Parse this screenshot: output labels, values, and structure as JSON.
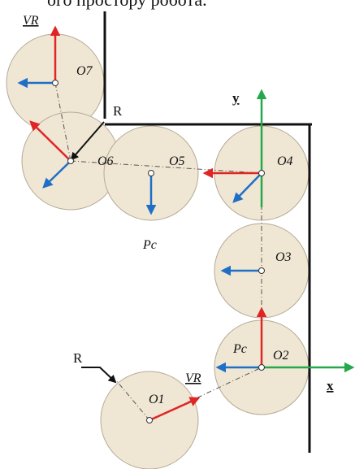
{
  "caption": "ого простору робота.",
  "circle_labels": {
    "o1": "O1",
    "o2": "O2",
    "o3": "O3",
    "o4": "O4",
    "o5": "O5",
    "o6": "O6",
    "o7": "O7"
  },
  "labels": {
    "y_axis": "y",
    "x_axis": "x",
    "r_top": "R",
    "r_bottom": "R",
    "vr_top": "VR",
    "vr_bottom": "VR",
    "pc_middle": "Pc",
    "pc_right": "Pc"
  },
  "colors": {
    "circle_fill": "#efe6d4",
    "circle_stroke": "#b5aa95",
    "arrow_red": "#e02525",
    "arrow_blue": "#1f6fc6",
    "arrow_green": "#25a84b",
    "wall": "#111111"
  }
}
